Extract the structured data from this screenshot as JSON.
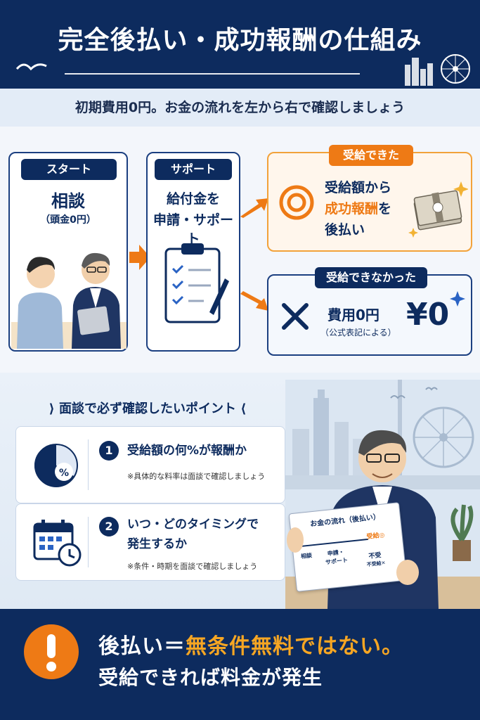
{
  "header": {
    "title": "完全後払い・成功報酬の仕組み",
    "subtitle": "初期費用0円。お金の流れを左から右で確認しましょう"
  },
  "flow": {
    "start": {
      "tag": "スタート",
      "title": "相談",
      "note": "（頭金0円）"
    },
    "support": {
      "tag": "サポート",
      "line1": "給付金を",
      "line2": "申請・サポート"
    },
    "success": {
      "tag": "受給できた",
      "line1": "受給額から",
      "line2_highlight": "成功報酬",
      "line2_rest": "を",
      "line3": "後払い"
    },
    "fail": {
      "tag": "受給できなかった",
      "line1": "費用0円",
      "line2": "（公式表記による）",
      "yen": "¥0"
    }
  },
  "points": {
    "heading": "面談で必ず確認したいポイント",
    "items": [
      {
        "num": "1",
        "title": "受給額の何%が報酬か",
        "note": "※具体的な料率は面談で確認しましょう",
        "icon": "percent-pie-icon"
      },
      {
        "num": "2",
        "title_line1": "いつ・どのタイミングで",
        "title_line2": "発生するか",
        "note": "※条件・時期を面談で確認しましょう",
        "icon": "calendar-clock-icon"
      }
    ],
    "paper": {
      "title": "お金の流れ（後払い）",
      "step1": "相談",
      "step2a": "申請・",
      "step2b": "サポート",
      "ok": "受給◎",
      "ng1": "不受",
      "ng2": "不受給✕"
    }
  },
  "banner": {
    "line1_a": "後払い＝",
    "line1_b": "無条件無料ではない。",
    "line2": "受給できれば料金が発生"
  },
  "colors": {
    "navy": "#0d2b5e",
    "orange": "#ee7a15",
    "light": "#e3ecf7"
  }
}
